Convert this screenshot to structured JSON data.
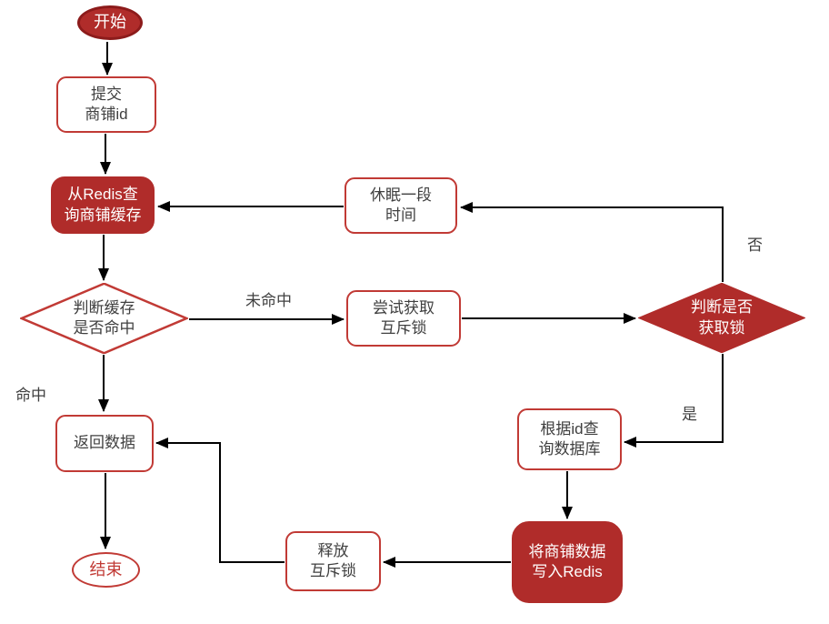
{
  "diagram": {
    "nodes": {
      "start": "开始",
      "submit_shop_id": "提交\n商铺id",
      "query_redis_cache": "从Redis查\n询商铺缓存",
      "sleep_a_while": "休眠一段\n时间",
      "judge_cache_hit": "判断缓存\n是否命中",
      "try_acquire_mutex": "尝试获取\n互斥锁",
      "judge_lock_acquired": "判断是否\n获取锁",
      "query_db_by_id": "根据id查\n询数据库",
      "return_data": "返回数据",
      "write_shop_to_redis": "将商铺数据\n写入Redis",
      "release_mutex": "释放\n互斥锁",
      "end": "结束"
    },
    "edge_labels": {
      "miss": "未命中",
      "hit": "命中",
      "no": "否",
      "yes": "是"
    },
    "colors": {
      "red_fill": "#b02c2a",
      "red_border": "#c13a35",
      "dark_red_border": "#8c1b1b",
      "text_dark": "#404040",
      "line": "#000000"
    }
  }
}
